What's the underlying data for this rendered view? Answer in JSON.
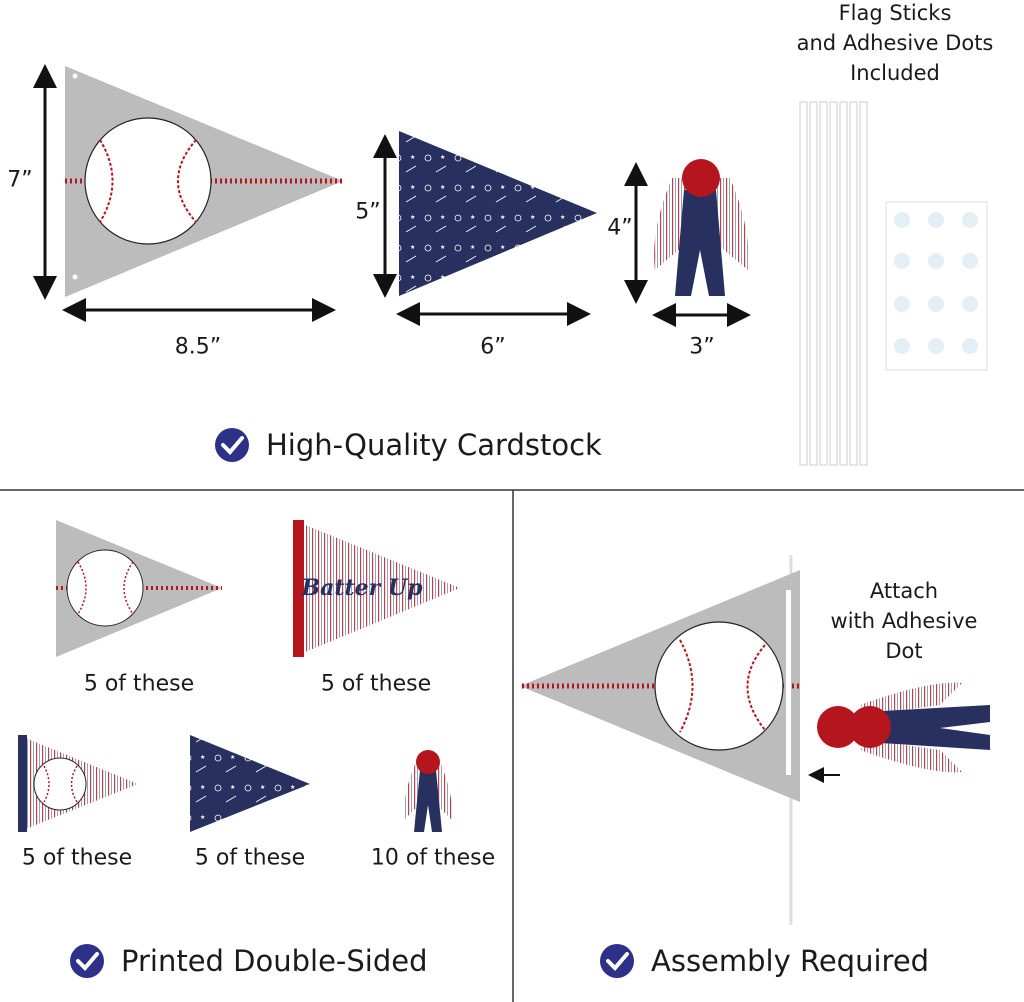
{
  "colors": {
    "navy": "#27305f",
    "red": "#b5161e",
    "gray": "#b9b9b9",
    "check": "#2e3188"
  },
  "sizes": {
    "large_height": "7”",
    "large_width": "8.5”",
    "medium_height": "5”",
    "medium_width": "6”",
    "tassel_height": "4”",
    "tassel_width": "3”"
  },
  "included": {
    "line1": "Flag Sticks",
    "line2": "and Adhesive Dots",
    "line3": "Included"
  },
  "features": {
    "cardstock": "High-Quality Cardstock",
    "double_sided": "Printed Double-Sided",
    "assembly": "Assembly Required"
  },
  "counts": {
    "gray_baseball": "5 of these",
    "batter_up": "5 of these",
    "small_baseball": "5 of these",
    "navy_pattern": "5 of these",
    "tassels": "10 of these"
  },
  "pennant_text": "Batter Up",
  "attach": {
    "line1": "Attach",
    "line2": "with Adhesive",
    "line3": "Dot"
  }
}
